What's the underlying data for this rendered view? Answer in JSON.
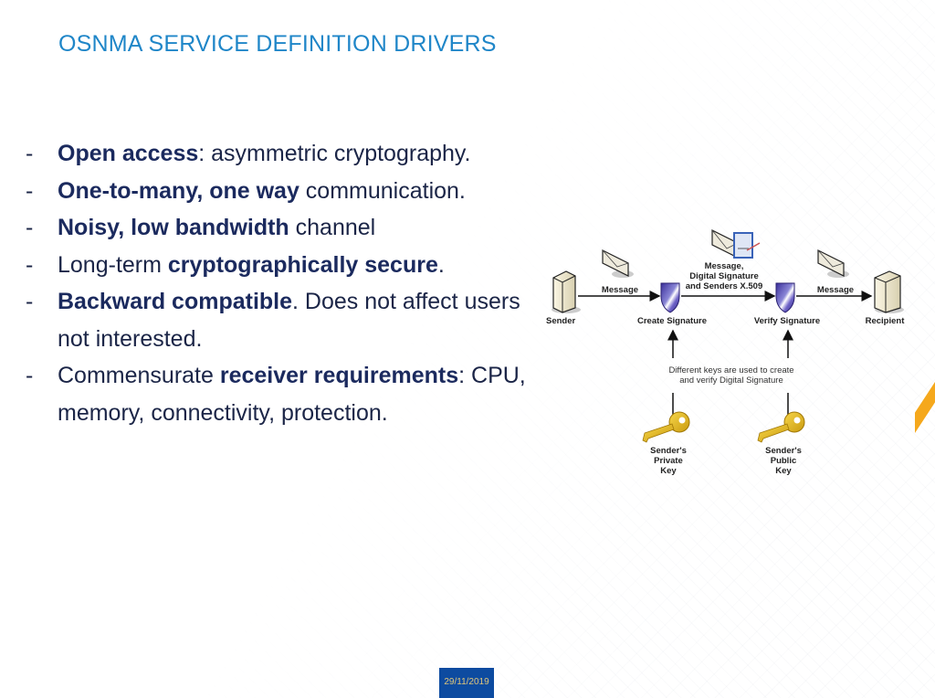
{
  "slide": {
    "title": "OSNMA SERVICE DEFINITION DRIVERS",
    "footer_date": "29/11/2019",
    "accent_color": "#1f86c8",
    "secondary_accent_color": "#f5a81c",
    "date_badge_color": "#0d4ba0"
  },
  "bullets": [
    {
      "dash": "-",
      "parts": [
        {
          "text": "Open access",
          "bold": true
        },
        {
          "text": ": asymmetric cryptography.",
          "bold": false
        }
      ]
    },
    {
      "dash": "-",
      "parts": [
        {
          "text": "One-to-many, one way",
          "bold": true
        },
        {
          "text": " communication.",
          "bold": false
        }
      ]
    },
    {
      "dash": "-",
      "parts": [
        {
          "text": "Noisy, low bandwidth",
          "bold": true
        },
        {
          "text": " channel",
          "bold": false
        }
      ]
    },
    {
      "dash": "-",
      "parts": [
        {
          "text": "Long-term ",
          "bold": false
        },
        {
          "text": "cryptographically secure",
          "bold": true
        },
        {
          "text": ".",
          "bold": false
        }
      ]
    },
    {
      "dash": "-",
      "parts": [
        {
          "text": "Backward compatible",
          "bold": true
        },
        {
          "text": ". Does not affect users not interested.",
          "bold": false
        }
      ]
    },
    {
      "dash": "-",
      "parts": [
        {
          "text": "Commensurate ",
          "bold": false
        },
        {
          "text": "receiver requirements",
          "bold": true
        },
        {
          "text": ": CPU, memory, connectivity,  protection.",
          "bold": false
        }
      ]
    }
  ],
  "diagram": {
    "sender": "Sender",
    "recipient": "Recipient",
    "message_1": "Message",
    "message_2": "Message",
    "signed_message_line1": "Message,",
    "signed_message_line2": "Digital Signature",
    "signed_message_line3": "and Senders X.509",
    "create_signature": "Create Signature",
    "verify_signature": "Verify Signature",
    "note_line1": "Different keys are used to create",
    "note_line2": "and verify Digital Signature",
    "private_key_line1": "Sender's",
    "private_key_line2": "Private",
    "private_key_line3": "Key",
    "public_key_line1": "Sender's",
    "public_key_line2": "Public",
    "public_key_line3": "Key",
    "icons": [
      "server-icon",
      "envelope-icon",
      "shield-icon",
      "signed-document-icon",
      "key-icon"
    ]
  }
}
